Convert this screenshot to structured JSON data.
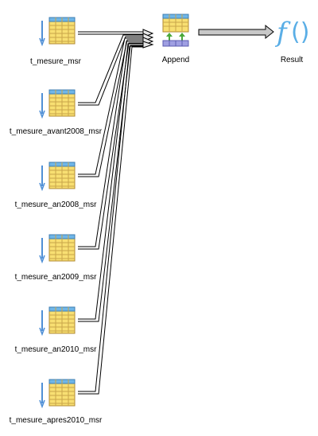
{
  "diagram": {
    "sources": [
      {
        "id": "src-msr",
        "label": "t_mesure_msr"
      },
      {
        "id": "src-avant2008",
        "label": "t_mesure_avant2008_msr"
      },
      {
        "id": "src-an2008",
        "label": "t_mesure_an2008_msr"
      },
      {
        "id": "src-an2009",
        "label": "t_mesure_an2009_msr"
      },
      {
        "id": "src-an2010",
        "label": "t_mesure_an2010_msr"
      },
      {
        "id": "src-apres2010",
        "label": "t_mesure_apres2010_msr"
      }
    ],
    "append": {
      "label": "Append"
    },
    "result": {
      "label": "Result",
      "icon": "function-icon"
    },
    "colors": {
      "table_fill": "#f8df72",
      "table_header": "#6fb6e8",
      "table_grid": "#c9a64a",
      "arrow_fill": "#c8c8c8",
      "arrow_stroke": "#000000",
      "down_arrow": "#4f8fd6",
      "append_green": "#4aa83a",
      "append_base": "#9f9fe2",
      "fx_blue": "#5aaee6"
    }
  }
}
